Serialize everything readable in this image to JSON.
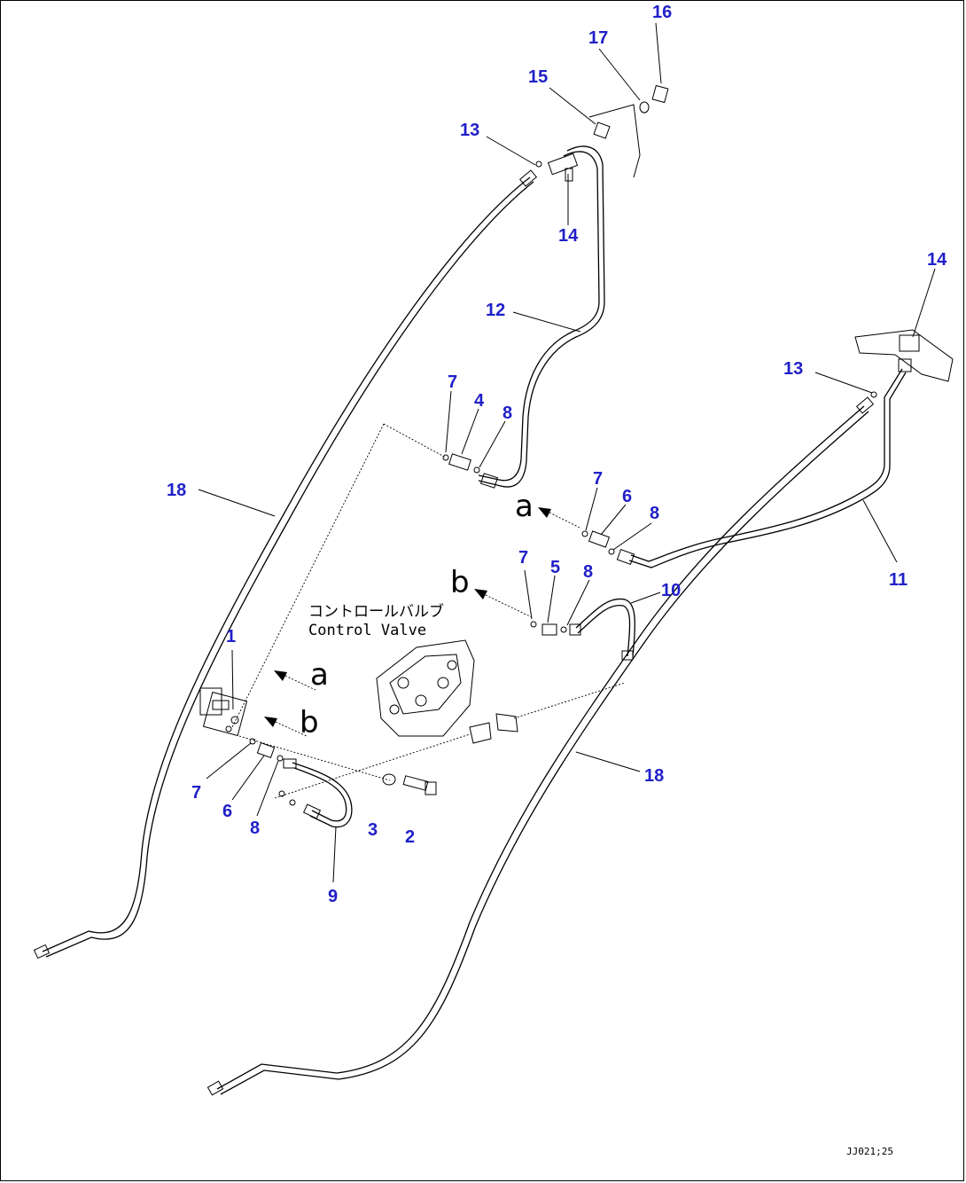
{
  "callouts": {
    "c1": "1",
    "c2": "2",
    "c3": "3",
    "c4": "4",
    "c5": "5",
    "c6a": "6",
    "c6b": "6",
    "c7a": "7",
    "c7b": "7",
    "c7c": "7",
    "c7d": "7",
    "c8a": "8",
    "c8b": "8",
    "c8c": "8",
    "c8d": "8",
    "c9": "9",
    "c10": "10",
    "c11": "11",
    "c12": "12",
    "c13a": "13",
    "c13b": "13",
    "c14a": "14",
    "c14b": "14",
    "c15": "15",
    "c16": "16",
    "c17": "17",
    "c18a": "18",
    "c18b": "18"
  },
  "letters": {
    "a_top": "a",
    "b_top": "b",
    "a_left": "a",
    "b_left": "b"
  },
  "control_valve": {
    "label_jp": "コントロールバルブ",
    "label_en": "Control Valve"
  },
  "drawing_code": "JJ021;25"
}
